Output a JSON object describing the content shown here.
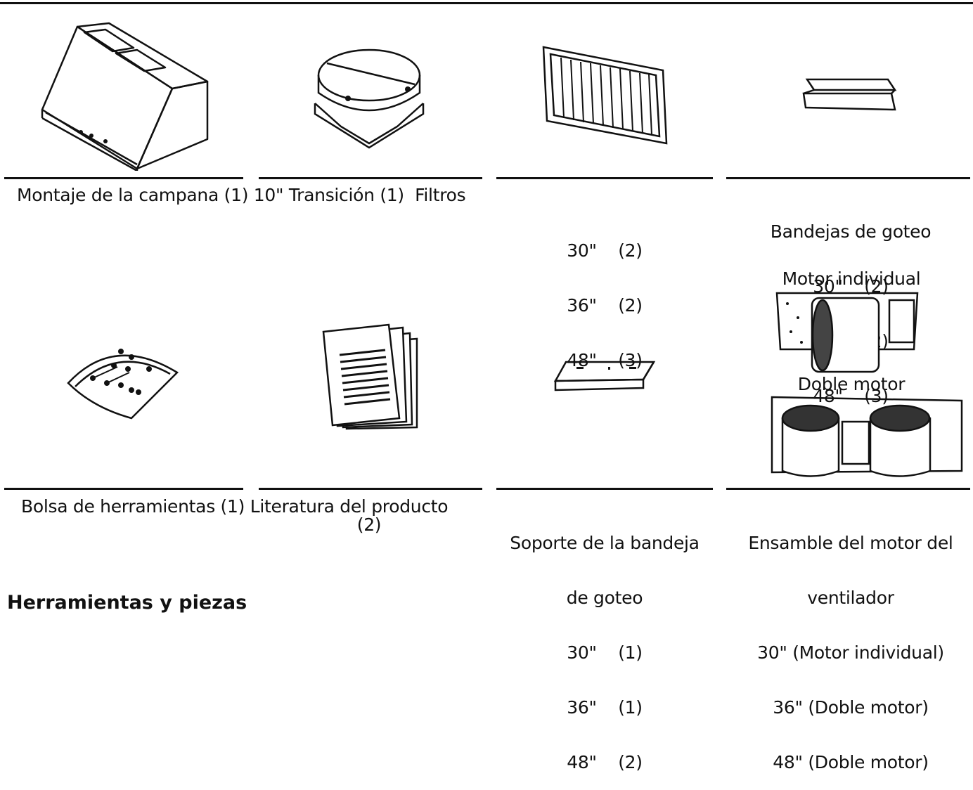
{
  "heading": "Herramientas y piezas",
  "row1": {
    "hood_caption": "Montaje de la campana (1) 10\" Transición (1)  Filtros",
    "filter_qty": [
      "30\"    (2)",
      "36\"    (2)",
      "48\"    (3)"
    ],
    "drip_tray_title": "Bandejas de goteo",
    "drip_tray_qty": [
      "30\"    (2)",
      "36\"    (2)",
      "48\"    (3)"
    ]
  },
  "motor_labels": {
    "single": "Motor individual",
    "double": "Doble motor"
  },
  "row2": {
    "tools_caption": "Bolsa de herramientas (1) Literatura del producto",
    "literature_qty": "(2)",
    "bracket_title_1": "Soporte de la bandeja",
    "bracket_title_2": "de goteo",
    "bracket_qty": [
      "30\"    (1)",
      "36\"    (1)",
      "48\"    (2)"
    ],
    "blower_title_1": "Ensamble del motor del",
    "blower_title_2": "ventilador",
    "blower_sizes": [
      "30\" (Motor individual)",
      "36\" (Doble motor)",
      "48\" (Doble motor)"
    ]
  }
}
